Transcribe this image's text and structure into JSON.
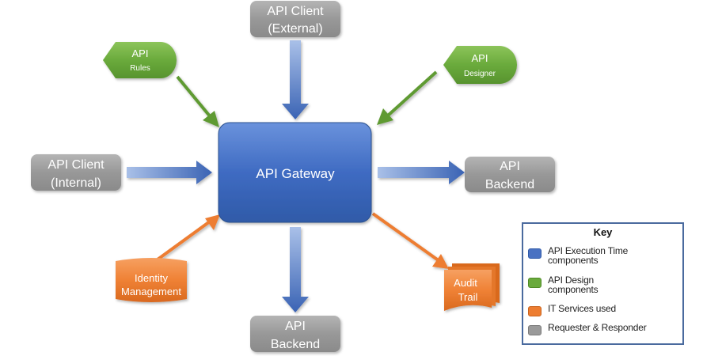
{
  "nodes": {
    "gateway": {
      "label": "API Gateway"
    },
    "client_external": {
      "lines": [
        "API Client",
        "(External)"
      ]
    },
    "client_internal": {
      "lines": [
        "API Client",
        "(Internal)"
      ]
    },
    "backend_right": {
      "lines": [
        "API",
        "Backend"
      ]
    },
    "backend_bottom": {
      "lines": [
        "API",
        "Backend"
      ]
    },
    "rules": {
      "lines": [
        "API",
        "Rules"
      ]
    },
    "designer": {
      "lines": [
        "API",
        "Designer"
      ]
    },
    "identity": {
      "lines": [
        "Identity",
        "Management"
      ]
    },
    "audit": {
      "lines": [
        "Audit",
        "Trail"
      ]
    }
  },
  "key": {
    "title": "Key",
    "items": [
      {
        "lines": [
          "API Execution Time",
          "components"
        ],
        "color": "#4a72c2",
        "category": "blue"
      },
      {
        "lines": [
          "API Design",
          "components"
        ],
        "color": "#6aaa3c",
        "category": "green"
      },
      {
        "lines": [
          "IT Services used"
        ],
        "color": "#ed7d31",
        "category": "orange"
      },
      {
        "lines": [
          "Requester & Responder"
        ],
        "color": "#9a9a9a",
        "category": "gray"
      }
    ]
  },
  "colors": {
    "blue": "#4a72c2",
    "green": "#5e9a33",
    "orange": "#ed7d31",
    "gray": "#939393",
    "key_border": "#4a6a9e"
  }
}
